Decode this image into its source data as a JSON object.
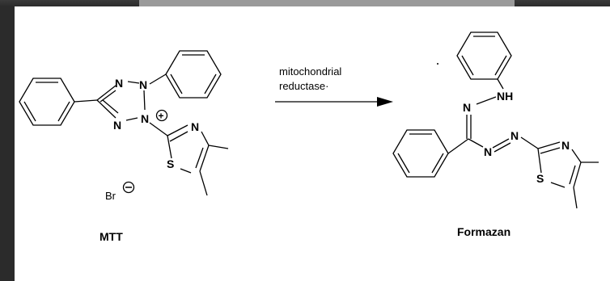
{
  "reaction": {
    "reactant_label": "MTT",
    "product_label": "Formazan",
    "counter_ion": "Br",
    "arrow_text_line1": "mitochondrial",
    "arrow_text_line2": "reductase·"
  },
  "atoms": {
    "n": "N",
    "nh": "NH",
    "s": "S",
    "plus": "+",
    "minus": "−"
  },
  "colors": {
    "background": "#ffffff",
    "frame": "#2b2b2b",
    "ink": "#000000"
  }
}
